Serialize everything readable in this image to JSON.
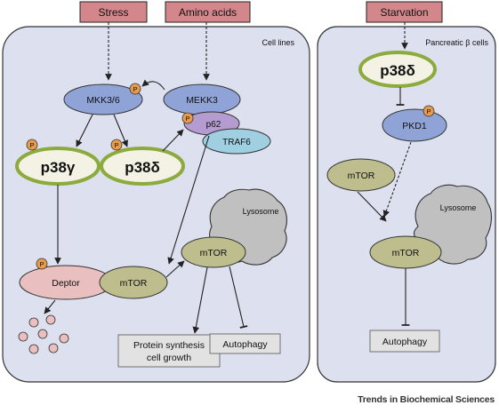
{
  "inputs": {
    "stress": "Stress",
    "amino_acids": "Amino acids",
    "starvation": "Starvation"
  },
  "left_panel": {
    "title": "Cell lines",
    "mkk36": "MKK3/6",
    "mekk3": "MEKK3",
    "p62": "p62",
    "traf6": "TRAF6",
    "p38gamma": "p38γ",
    "p38delta": "p38δ",
    "deptor": "Deptor",
    "mtor_complex": "mTOR",
    "mtor_lysosome": "mTOR",
    "lysosome": "Lysosome",
    "protein_synthesis_line1": "Protein synthesis",
    "protein_synthesis_line2": "cell growth",
    "autophagy": "Autophagy"
  },
  "right_panel": {
    "title": "Pancreatic β cells",
    "p38delta": "p38δ",
    "pkd1": "PKD1",
    "mtor_free": "mTOR",
    "mtor_lysosome": "mTOR",
    "lysosome": "Lysosome",
    "autophagy": "Autophagy"
  },
  "phospho_label": "P",
  "footer": "Trends in Biochemical Sciences",
  "colors": {
    "input_box": "#d4878b",
    "panel_fill": "#dde1ef",
    "blue_node": "#8fa3d6",
    "kinase_fill": "#f3f2e4",
    "kinase_border": "#8caa3d",
    "p62": "#b49bd0",
    "traf6": "#9fcfe0",
    "deptor": "#e9bfc0",
    "mtor": "#bdbd8e",
    "lysosome": "#c0c0c0",
    "phospho": "#e89b4c",
    "output_box": "#e2e2e2"
  }
}
